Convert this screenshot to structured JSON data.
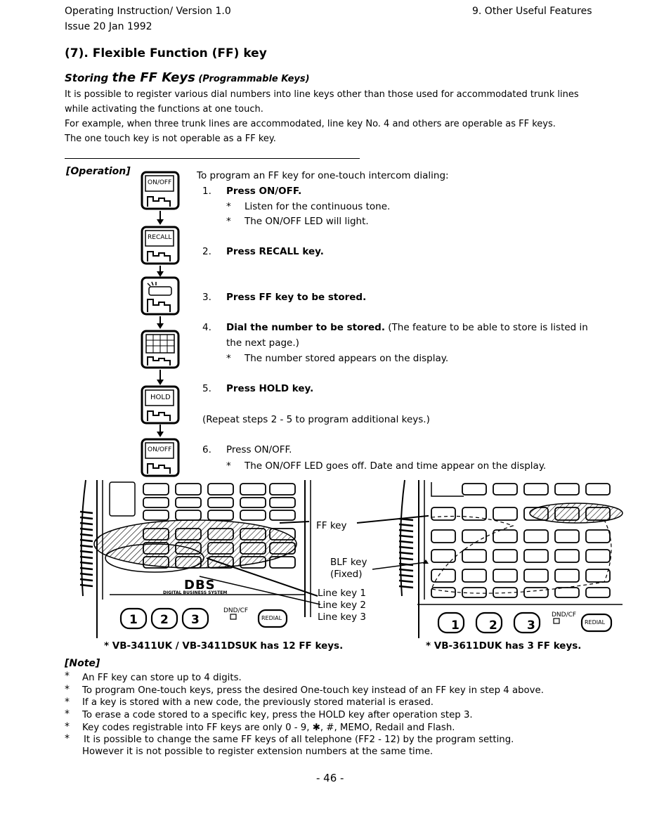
{
  "header": {
    "left_line1": "Operating Instruction/ Version 1.0",
    "left_line2": "Issue 20 Jan 1992",
    "right": "9. Other Useful Features"
  },
  "section": {
    "title": "(7). Flexible Function (FF) key",
    "subtitle_a": "Storing ",
    "subtitle_b": "the FF Keys",
    "subtitle_c": " (Programmable Keys)",
    "intro": [
      "It is possible to register various dial numbers into line keys other than those used for accommodated trunk lines",
      "while activating the functions at one touch.",
      "For example, when three trunk lines are accommodated, line key No. 4 and others are operable as FF keys.",
      "The one touch key is not operable as a FF key."
    ]
  },
  "operation": {
    "label": "[Operation]",
    "intro": "To program an FF key for one-touch intercom dialing:",
    "icons": [
      "ON/OFF",
      "RECALL",
      "",
      "",
      "HOLD",
      "ON/OFF"
    ],
    "steps": {
      "s1_num": "1.",
      "s1_text": "Press ON/OFF.",
      "s1_b1": "Listen for the continuous tone.",
      "s1_b2": "The ON/OFF LED will light.",
      "s2_num": "2.",
      "s2_text": "Press RECALL key.",
      "s3_num": "3.",
      "s3_text": "Press FF key to be stored.",
      "s4_num": "4.",
      "s4_text_bold": "Dial the number to be stored.",
      "s4_text_rest": " (The feature to be able to store is listed in",
      "s4_line2": "the next page.)",
      "s4_b1": "The number stored appears on the display.",
      "s5_num": "5.",
      "s5_text": "Press HOLD key.",
      "repeat": "(Repeat steps 2 - 5 to program additional keys.)",
      "s6_num": "6.",
      "s6_text": "Press ON/OFF.",
      "s6_b1": "The ON/OFF LED goes off. Date and time appear on the display."
    },
    "bullet": "*"
  },
  "figure": {
    "label_ff": "FF key",
    "label_blf1": "BLF key",
    "label_blf2": "(Fixed)",
    "label_line1": "Line key 1",
    "label_line2": "Line key 2",
    "label_line3": "Line key 3",
    "brand": "DBS",
    "brand_sub": "DIGITAL BUSINESS SYSTEM",
    "keys": [
      "1",
      "2",
      "3"
    ],
    "dnd": "DND/CF",
    "redial": "REDIAL",
    "caption_left": "* VB-3411UK / VB-3411DSUK has 12 FF keys.",
    "caption_right": "* VB-3611DUK has 3 FF keys."
  },
  "notes": {
    "label": "[Note]",
    "items": [
      "An FF key can store up to 4 digits.",
      "To program One-touch keys, press the desired One-touch key instead of an FF key in step 4 above.",
      "If a key is stored with a new code, the previously stored material is erased.",
      "To erase a code stored to a specific key, press the HOLD key after operation step 3.",
      "Key codes registrable into FF keys are only 0 - 9, ✱, #, MEMO, Redail and Flash.",
      "It is possible to change the same FF keys of all telephone (FF2 - 12) by the program setting."
    ],
    "continuation": "However it is not possible to register extension numbers at the same time."
  },
  "page_number": "- 46 -"
}
